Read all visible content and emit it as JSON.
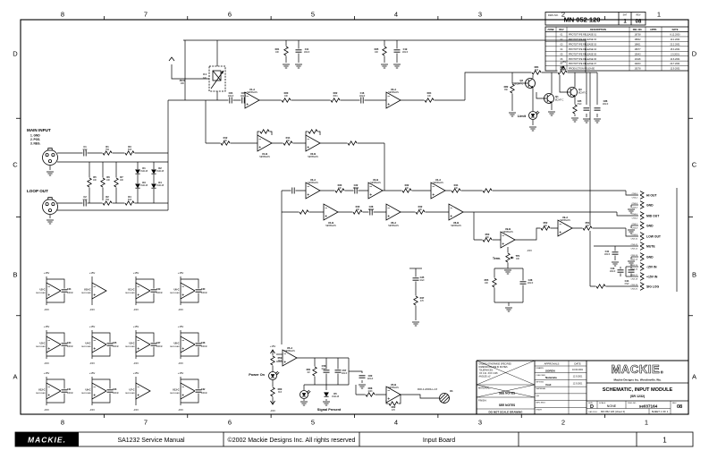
{
  "border": {
    "cols": [
      "8",
      "7",
      "6",
      "5",
      "4",
      "3",
      "2",
      "1"
    ],
    "rows": [
      "D",
      "C",
      "B",
      "A"
    ]
  },
  "title_strip": {
    "dwg_label": "DWG NO.",
    "dwg_no": "MN 052 120",
    "sht_label": "SHT",
    "sht": "1",
    "rev_label": "REV",
    "rev": "08"
  },
  "rev_table": {
    "headers": [
      "ZONE",
      "REV",
      "DESCRIPTION",
      "REL NO.",
      "APPD.",
      "DATE"
    ],
    "rows": [
      {
        "zone": "",
        "rev": "01",
        "desc": "PROTOTYPE RELEASE 01",
        "rel": "18738",
        "appd": "",
        "date": "8.12.2000"
      },
      {
        "zone": "",
        "rev": "02",
        "desc": "PROTOTYPE RELEASE 02",
        "rel": "18822",
        "appd": "",
        "date": "10.1.2001"
      },
      {
        "zone": "",
        "rev": "03",
        "desc": "PROTOTYPE RELEASE 03",
        "rel": "18901",
        "appd": "",
        "date": "22.2.2001"
      },
      {
        "zone": "",
        "rev": "04",
        "desc": "PROTOTYPE RELEASE 04",
        "rel": "18977",
        "appd": "",
        "date": "15.3.2001"
      },
      {
        "zone": "",
        "rev": "05",
        "desc": "PROTOTYPE RELEASE 05",
        "rel": "19043",
        "appd": "",
        "date": "2.5.2001"
      },
      {
        "zone": "",
        "rev": "06",
        "desc": "PROTOTYPE RELEASE 06",
        "rel": "19118",
        "appd": "",
        "date": "14.6.2001"
      },
      {
        "zone": "",
        "rev": "07",
        "desc": "PROTOTYPE RELEASE 07",
        "rel": "19200",
        "appd": "",
        "date": "20.7.2001"
      },
      {
        "zone": "",
        "rev": "08",
        "desc": "PRODUCTION RELEASE",
        "rel": "19278",
        "appd": "",
        "date": "12.9.2001"
      }
    ]
  },
  "title_block": {
    "tolerance_lines": [
      "UNLESS OTHERWISE SPECIFIED",
      "DIMENSIONS ARE IN INCHES",
      "TOLERANCES:",
      ".XX ±.01   .XXX ±.005",
      "ANGLES ±1°"
    ],
    "material_label": "MATERIAL:",
    "material": "SEE NOTES",
    "finish_label": "FINISH:",
    "finish": "SEE NOTES",
    "no_scale": "DO NOT SCALE DRAWING",
    "approvals_header": "APPROVALS",
    "date_header": "DATE",
    "approvals": [
      {
        "role": "DRAWN",
        "name": "SOREN",
        "date": "10.02.2001"
      },
      {
        "role": "CHECKED",
        "name": "Natariala",
        "date": "12.9.2001"
      },
      {
        "role": "MF ENG",
        "name": "Violl",
        "date": "12.9.2001"
      },
      {
        "role": "MATERIAL:",
        "name": "",
        "date": ""
      },
      {
        "role": "QA",
        "name": "",
        "date": ""
      },
      {
        "role": "MFG ENG",
        "name": "",
        "date": ""
      },
      {
        "role": "ENGR",
        "name": "",
        "date": ""
      }
    ],
    "logo": "MACKIE.",
    "company": "Mackie Designs Inc.   Woodinville, Wa.",
    "title1": "SCHEMATIC, INPUT MODULE",
    "title2": "(SR 1232)",
    "size_label": "SIZE",
    "size": "D",
    "scale_label": "SCALE",
    "scale": "NONE",
    "dwg_label": "DWG NO.",
    "dwg_no": "se037164",
    "rev_label": "REV.",
    "rev": "08",
    "cad_label": "CAD FILE:",
    "cad_file": "MN 052 120 (sheet 2)",
    "sheet": "SHEET 1 OF 1"
  },
  "footer": {
    "logo": "MACKIE.",
    "manual": "SA1232 Service Manual",
    "copyright": "©2002 Mackie Designs Inc. All rights reserved",
    "board": "Input Board",
    "page": "1"
  },
  "schematic": {
    "main_input_title": "MAIN INPUT",
    "main_input_pins": [
      "1. GND",
      "2. POS.",
      "3. NEG."
    ],
    "loop_out": "LOOP OUT",
    "limit": "Limit",
    "power_on": "Power On",
    "signal_present": "Signal Present",
    "term": "Term.",
    "pad_id": "X1",
    "pad_note": "PAD-4.2/DRILL-2.8",
    "rail_pos": "+15V",
    "rail_neg": "-15V",
    "relay": {
      "ref": "K1",
      "val": "24V"
    },
    "connector_pins": [
      {
        "ref1": "CN3-1",
        "ref2": "CN3-2",
        "label": "HI OUT"
      },
      {
        "ref1": "CN3-3",
        "ref2": "CN3-4",
        "label": "GND"
      },
      {
        "ref1": "CN3-5",
        "ref2": "CN3-6",
        "label": "MID OUT"
      },
      {
        "ref1": "CN3-7",
        "ref2": "CN3-8",
        "label": "GND"
      },
      {
        "ref1": "CN3-9",
        "ref2": "CN3-10",
        "label": "LOW OUT"
      },
      {
        "ref1": "CN3-11",
        "ref2": "CN3-12",
        "label": "MUTE"
      },
      {
        "ref1": "CN3-13",
        "ref2": "CN3-14",
        "label": "GND"
      },
      {
        "ref1": "CN3-15",
        "ref2": "CN3-16",
        "label": "-15V IN"
      },
      {
        "ref1": "CN3-17",
        "ref2": "CN3-18",
        "label": "+15V IN"
      },
      {
        "ref1": "CN3-19",
        "ref2": "CN3-20",
        "label": "SIG LOG"
      }
    ],
    "transistors": [
      {
        "ref": "Q2",
        "part": "BC547 C"
      },
      {
        "ref": "Q1",
        "part": "BC547 C"
      },
      {
        "ref": "Q3",
        "part": "BC547 C"
      }
    ],
    "main_opamps": [
      {
        "ref": "U1-A",
        "part": "NE5532AN"
      },
      {
        "ref": "U2-A",
        "part": "NE5532AN"
      },
      {
        "ref": "U1-B",
        "part": "NE5532AN"
      },
      {
        "ref": "U2-B",
        "part": "NE5532AN"
      },
      {
        "ref": "U3-A",
        "part": "NE5532AN"
      },
      {
        "ref": "U3-B",
        "part": "NE5532AN"
      },
      {
        "ref": "U4-A",
        "part": "NE5532AN"
      },
      {
        "ref": "U4-B",
        "part": "NE5532AN"
      },
      {
        "ref": "U6-A",
        "part": "NE5532AN"
      },
      {
        "ref": "U6-B",
        "part": "NE5532AN"
      },
      {
        "ref": "U9-A",
        "part": "NE5532AN"
      },
      {
        "ref": "U9-B",
        "part": "NE5532AN"
      },
      {
        "ref": "U5-A",
        "part": "NE5532AN"
      },
      {
        "ref": "U5-B",
        "part": "NE5532AN"
      }
    ],
    "opamp_grid": [
      {
        "ref": "U2-C",
        "part": "NE5532AN",
        "cap": "C23",
        "val": "100nF"
      },
      {
        "ref": "U10-C",
        "part": "NE5532AN",
        "cap": "",
        "val": ""
      },
      {
        "ref": "U11-C",
        "part": "NE5532AN",
        "cap": "C29",
        "val": "100nF"
      },
      {
        "ref": "U6-C",
        "part": "NE5532AN",
        "cap": "C30",
        "val": "100nF"
      },
      {
        "ref": "U3-C",
        "part": "NE5532AN",
        "cap": "C24",
        "val": "100nF"
      },
      {
        "ref": "U4-C",
        "part": "NE5532AN",
        "cap": "C25",
        "val": "100nF"
      },
      {
        "ref": "U5-C",
        "part": "NE5532AN",
        "cap": "C27",
        "val": "100nF"
      },
      {
        "ref": "U8-C",
        "part": "NE5532AN",
        "cap": "C28",
        "val": "100nF"
      },
      {
        "ref": "U12-C",
        "part": "NE5532AN",
        "cap": "C31",
        "val": "100nF"
      },
      {
        "ref": "U9-C",
        "part": "NE5532AN",
        "cap": "C26",
        "val": "100nF"
      },
      {
        "ref": "U7-C",
        "part": "NE5532AN",
        "cap": "",
        "val": ""
      },
      {
        "ref": "U13-C",
        "part": "NE5532AN",
        "cap": "C32",
        "val": "100nF"
      }
    ],
    "part_labels": [
      [
        "C1",
        "47pF"
      ],
      [
        "R1",
        "75R"
      ],
      [
        "R3",
        "6K8"
      ],
      [
        "C2",
        "47pF"
      ],
      [
        "R2",
        "75R"
      ],
      [
        "R4",
        "6K8"
      ],
      [
        "R5",
        "10K"
      ],
      [
        "R6",
        "10K"
      ],
      [
        "R7",
        "10K"
      ],
      [
        "D1",
        "1N4148"
      ],
      [
        "D2",
        "1N4148"
      ],
      [
        "D3",
        "1N4148"
      ],
      [
        "D4",
        "1N4148"
      ],
      [
        "C64",
        "100nF"
      ],
      [
        "C65",
        "100nF"
      ],
      [
        "R20",
        "10K"
      ],
      [
        "R22",
        "30K1"
      ],
      [
        "C16",
        "100pF"
      ],
      [
        "R24",
        "10K"
      ],
      [
        "R21",
        "10K"
      ],
      [
        "C11",
        "100nF"
      ],
      [
        "R35",
        "10K"
      ],
      [
        "C19",
        "100nF"
      ],
      [
        "R84",
        "3K3"
      ],
      [
        "R83",
        "100R"
      ],
      [
        "R82",
        "36K"
      ],
      [
        "C85",
        "47uF"
      ],
      [
        "C86",
        "100nF"
      ],
      [
        "R12",
        "20K"
      ],
      [
        "R14",
        "20K"
      ],
      [
        "R30",
        "10K"
      ],
      [
        "C22",
        "220pF"
      ],
      [
        "R32",
        "10K"
      ],
      [
        "R40",
        "10K"
      ],
      [
        "C28",
        "220pF"
      ],
      [
        "R42",
        "10K"
      ],
      [
        "R50",
        "20K"
      ],
      [
        "R52",
        "10K"
      ],
      [
        "R54",
        "10K"
      ],
      [
        "C41",
        "100nF"
      ],
      [
        "C43",
        "100nF"
      ],
      [
        "C44",
        "47uF"
      ],
      [
        "R59",
        "3K3"
      ],
      [
        "R60",
        "3K3"
      ],
      [
        "R61",
        "1M"
      ],
      [
        "C58",
        "10uF"
      ],
      [
        "C57",
        "100nF"
      ],
      [
        "D5",
        "1N4148"
      ],
      [
        "C60",
        "220uF"
      ],
      [
        "R62",
        "47K"
      ],
      [
        "R68",
        "100K"
      ],
      [
        "RV41",
        "20K"
      ],
      [
        "R44",
        "10K"
      ],
      [
        "C35",
        "10uF"
      ],
      [
        "R47",
        "47K"
      ],
      [
        "R55",
        "10K"
      ],
      [
        "C38",
        "100nF"
      ],
      [
        "TP1",
        "10K"
      ]
    ]
  }
}
